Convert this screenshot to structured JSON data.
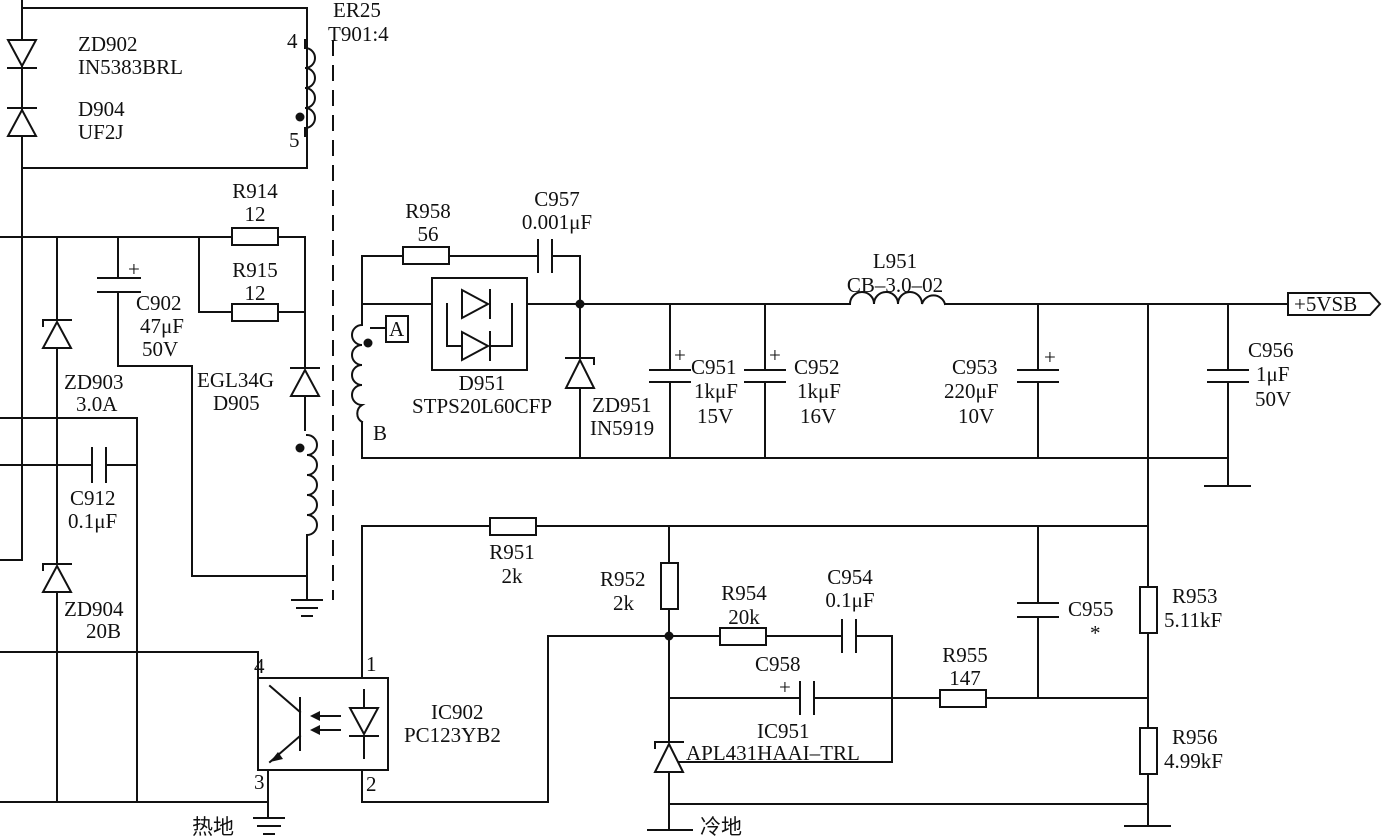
{
  "transformer": {
    "core": "ER25",
    "ref": "T901:4",
    "pin4": "4",
    "pin5": "5"
  },
  "zd902": {
    "ref": "ZD902",
    "part": "IN5383BRL"
  },
  "d904": {
    "ref": "D904",
    "part": "UF2J"
  },
  "r914": {
    "ref": "R914",
    "value": "12"
  },
  "r915": {
    "ref": "R915",
    "value": "12"
  },
  "c902": {
    "ref": "C902",
    "value": "47μF",
    "voltage": "50V"
  },
  "d905": {
    "ref": "D905",
    "part": "EGL34G"
  },
  "zd903": {
    "ref": "ZD903",
    "value": "3.0A"
  },
  "c912": {
    "ref": "C912",
    "value": "0.1μF"
  },
  "zd904": {
    "ref": "ZD904",
    "value": "20B"
  },
  "r958": {
    "ref": "R958",
    "value": "56"
  },
  "c957": {
    "ref": "C957",
    "value": "0.001μF"
  },
  "l951": {
    "ref": "L951",
    "value": "CB–3.0–02"
  },
  "output": {
    "label": "+5VSB"
  },
  "winding": {
    "a": "A",
    "b": "B"
  },
  "d951": {
    "ref": "D951",
    "part": "STPS20L60CFP"
  },
  "zd951": {
    "ref": "ZD951",
    "part": "IN5919"
  },
  "c951": {
    "ref": "C951",
    "value": "1kμF",
    "voltage": "15V"
  },
  "c952": {
    "ref": "C952",
    "value": "1kμF",
    "voltage": "16V"
  },
  "c953": {
    "ref": "C953",
    "value": "220μF",
    "voltage": "10V"
  },
  "c956": {
    "ref": "C956",
    "value": "1μF",
    "voltage": "50V"
  },
  "r951": {
    "ref": "R951",
    "value": "2k"
  },
  "r952": {
    "ref": "R952",
    "value": "2k"
  },
  "r954": {
    "ref": "R954",
    "value": "20k"
  },
  "c954": {
    "ref": "C954",
    "value": "0.1μF"
  },
  "c955": {
    "ref": "C955",
    "value": "*"
  },
  "r953": {
    "ref": "R953",
    "value": "5.11kF"
  },
  "c958": {
    "ref": "C958"
  },
  "r955": {
    "ref": "R955",
    "value": "147"
  },
  "ic951": {
    "ref": "IC951",
    "part": "APL431HAAI–TRL"
  },
  "r956": {
    "ref": "R956",
    "value": "4.99kF"
  },
  "ic902": {
    "ref": "IC902",
    "part": "PC123YB2",
    "pin1": "1",
    "pin2": "2",
    "pin3": "3",
    "pin4": "4"
  },
  "grounds": {
    "hot": "热地",
    "cold": "冷地"
  },
  "polarity": {
    "plus": "+"
  }
}
